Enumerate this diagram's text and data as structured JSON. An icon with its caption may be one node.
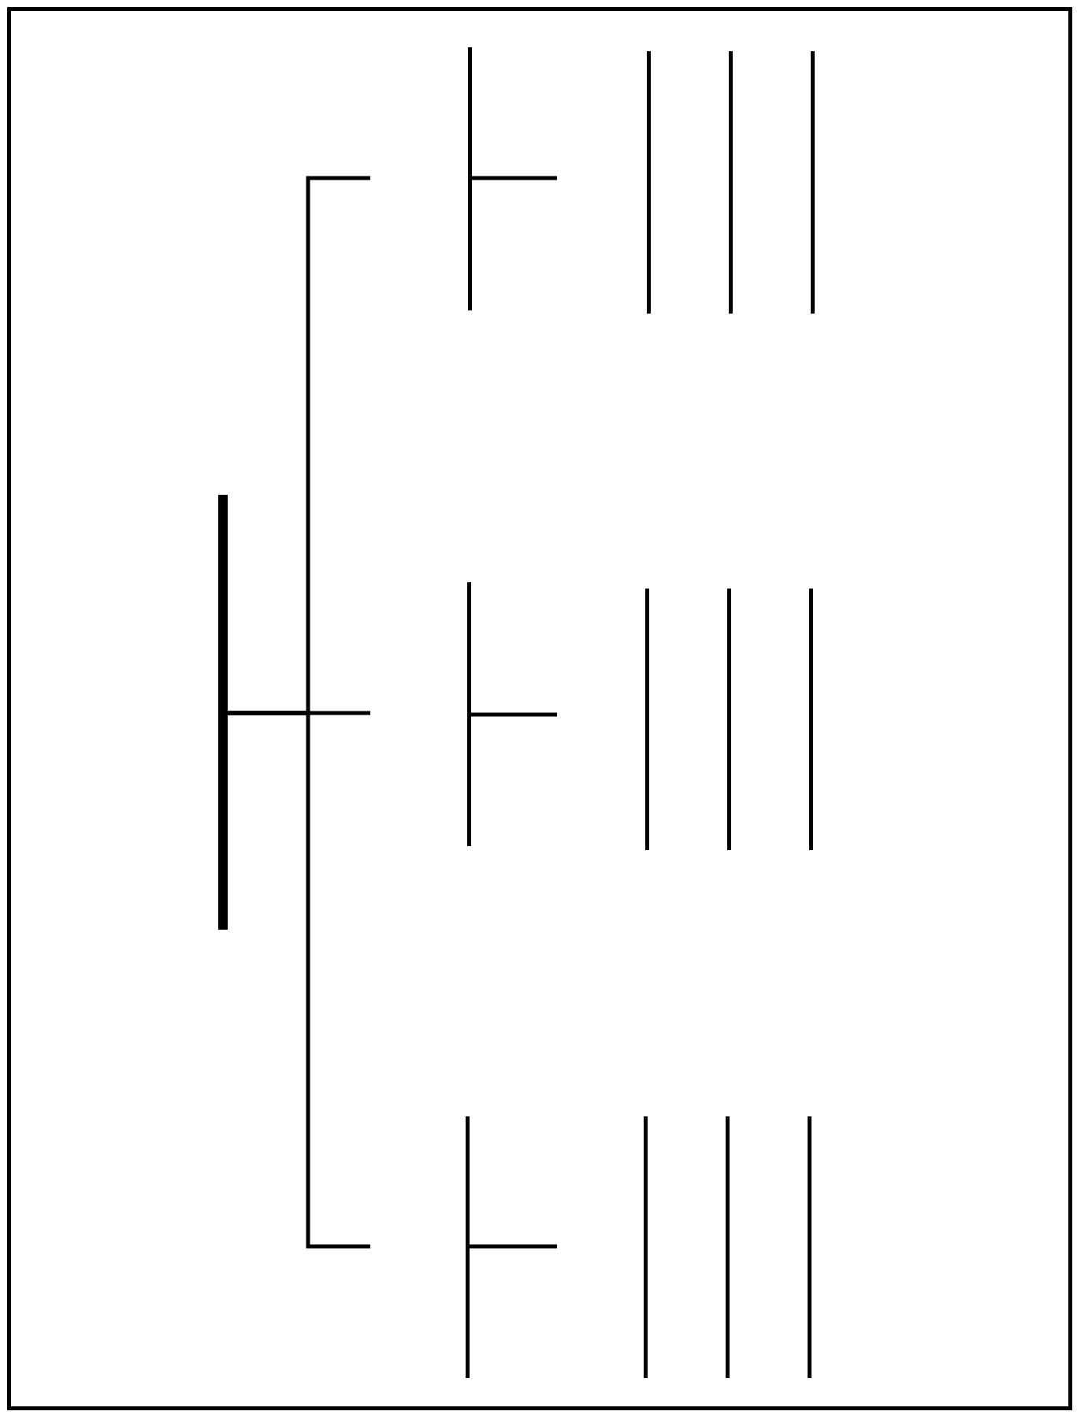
{
  "diagram": {
    "nodes": [
      {
        "text": [],
        "shape": "bar"
      },
      {
        "text": [],
        "shape": "bar"
      },
      {
        "text": [],
        "shape": "bar"
      },
      {
        "text": [],
        "shape": "bar"
      },
      {
        "text": [],
        "shape": "bar"
      },
      {
        "text": [],
        "shape": "bar"
      },
      {
        "text": [],
        "shape": "bar"
      },
      {
        "text": [],
        "shape": "bar"
      },
      {
        "text": [],
        "shape": "bar"
      },
      {
        "text": [],
        "shape": "bar"
      },
      {
        "text": [],
        "shape": "bar"
      },
      {
        "text": [],
        "shape": "bar"
      },
      {
        "text": [],
        "shape": "bar"
      }
    ],
    "edges": [
      {
        "from": 0,
        "to": null,
        "arrow": "none"
      },
      {
        "from": 0,
        "to": null,
        "arrow": "none"
      },
      {
        "from": 0,
        "to": null,
        "arrow": "none"
      },
      {
        "from": 1,
        "to": null,
        "arrow": "none"
      },
      {
        "from": 2,
        "to": null,
        "arrow": "none"
      },
      {
        "from": 3,
        "to": null,
        "arrow": "none"
      }
    ]
  }
}
